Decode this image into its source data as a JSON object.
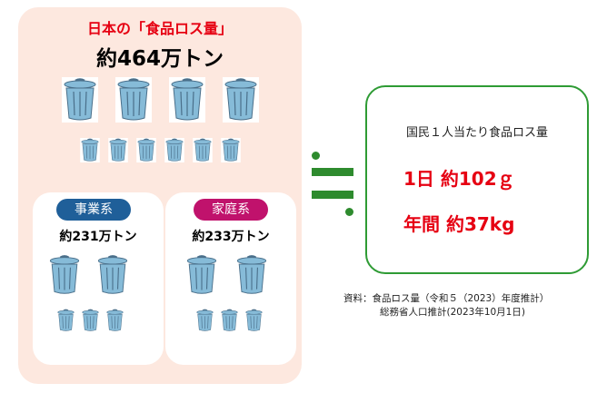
{
  "total": {
    "title": "日本の「食品ロス量」",
    "amount": "約464万トン"
  },
  "business": {
    "label": "事業系",
    "amount": "約231万トン",
    "label_color": "#1f5f99"
  },
  "household": {
    "label": "家庭系",
    "amount": "約233万トン",
    "label_color": "#c0126c"
  },
  "per_person": {
    "title": "国民１人当たり食品ロス量",
    "per_day": "1日 約102ｇ",
    "per_year": "年間 約37kg"
  },
  "source": {
    "line1": "資料：食品ロス量（令和５（2023）年度推計）",
    "line2": "総務省人口推計(2023年10月1日)"
  },
  "icons": {
    "trash_can": "trash-can-icon",
    "approx_equal": "approx-equal-icon"
  },
  "colors": {
    "panel_bg": "#fde8df",
    "accent_red": "#e60012",
    "green": "#2e9b34",
    "can_fill": "#86bbd8"
  }
}
